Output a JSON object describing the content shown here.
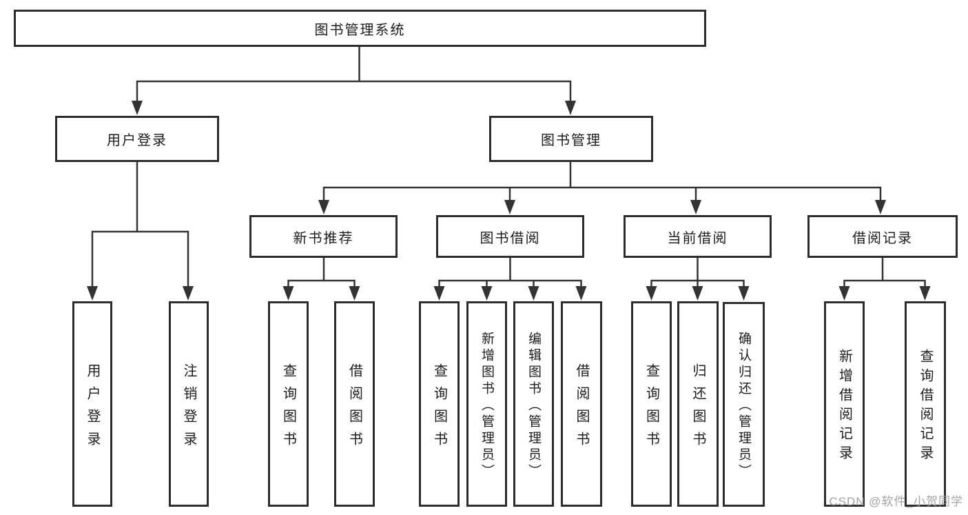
{
  "diagram": {
    "type": "hierarchy-tree",
    "root": {
      "label": "图书管理系统",
      "children": [
        {
          "label": "用户登录",
          "children": [
            {
              "label": "用户登录"
            },
            {
              "label": "注销登录"
            }
          ]
        },
        {
          "label": "图书管理",
          "children": [
            {
              "label": "新书推荐",
              "children": [
                {
                  "label": "查询图书"
                },
                {
                  "label": "借阅图书"
                }
              ]
            },
            {
              "label": "图书借阅",
              "children": [
                {
                  "label": "查询图书"
                },
                {
                  "label": "新增图书（管理员）"
                },
                {
                  "label": "编辑图书（管理员）"
                },
                {
                  "label": "借阅图书"
                }
              ]
            },
            {
              "label": "当前借阅",
              "children": [
                {
                  "label": "查询图书"
                },
                {
                  "label": "归还图书"
                },
                {
                  "label": "确认归还（管理员）"
                }
              ]
            },
            {
              "label": "借阅记录",
              "children": [
                {
                  "label": "新增借阅记录"
                },
                {
                  "label": "查询借阅记录"
                }
              ]
            }
          ]
        }
      ]
    }
  },
  "colors": {
    "line": "#333333",
    "border": "#2d2d2d",
    "text": "#1c1c1c",
    "watermark": "#9b9b9b"
  },
  "watermark": "CSDN @软件_小贺同学"
}
